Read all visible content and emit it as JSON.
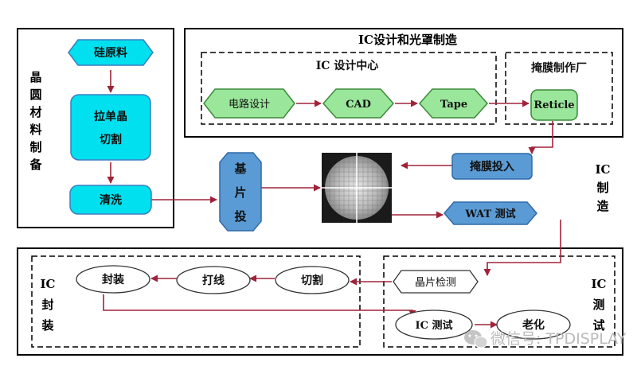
{
  "sections": {
    "wafer_material": {
      "label": [
        "晶",
        "圆",
        "材",
        "料",
        "制",
        "备"
      ]
    },
    "ic_design_mask": {
      "title": "IC设计和光罩制造"
    },
    "ic_design_center": {
      "title": "IC 设计中心"
    },
    "mask_factory": {
      "title": "掩膜制作厂"
    },
    "ic_manufacturing": {
      "label": [
        "IC",
        "制",
        "造"
      ]
    },
    "ic_packaging": {
      "label": [
        "IC",
        "封",
        "装"
      ]
    },
    "ic_testing": {
      "label": [
        "IC",
        "测",
        "试"
      ]
    }
  },
  "nodes": {
    "silicon": "硅原料",
    "crystal_pull": [
      "拉单晶",
      "切割"
    ],
    "cleaning": "清洗",
    "circuit_design": "电路设计",
    "cad": "CAD",
    "tape": "Tape",
    "reticle": "Reticle",
    "substrate_input": [
      "基",
      "片",
      "投"
    ],
    "mask_input": "掩膜投入",
    "wat_test": "WAT 测试",
    "wafer_test": "晶片检测",
    "dicing": "切割",
    "wire_bond": "打线",
    "package": "封装",
    "ic_test": "IC 测试",
    "aging": "老化"
  },
  "watermark": {
    "text": "微信号: TPDISPLAY",
    "icon": "wechat-icon"
  },
  "colors": {
    "cyan": "#00e0ee",
    "green": "#9ae69a",
    "blue": "#5b9bd5",
    "arrow": "#a0233a"
  }
}
